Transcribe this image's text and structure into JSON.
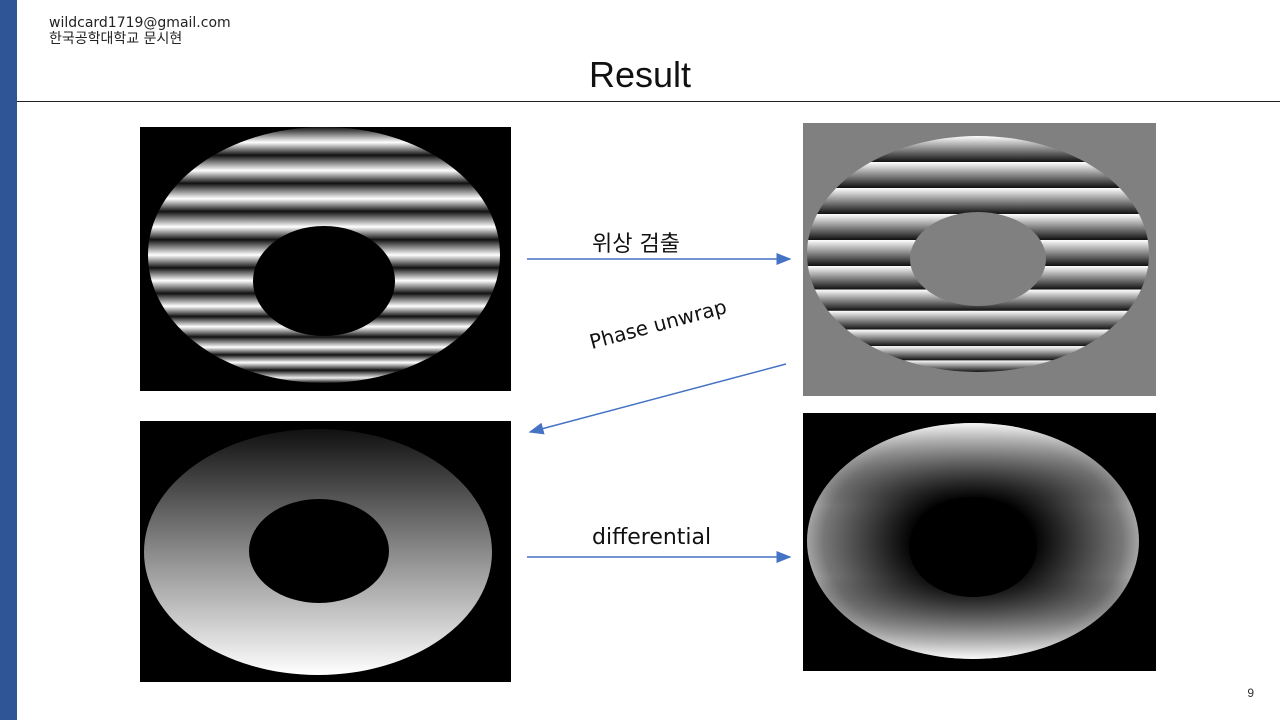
{
  "header": {
    "email": "wildcard1719@gmail.com",
    "affiliation": "한국공학대학교 문시현"
  },
  "slide": {
    "title": "Result",
    "page_number": "9"
  },
  "arrows": {
    "phase_detect_label": "위상 검출",
    "unwrap_label": "Phase unwrap",
    "differential_label": "differential"
  },
  "colors": {
    "accent": "#2f5597",
    "arrow": "#4472c4"
  }
}
